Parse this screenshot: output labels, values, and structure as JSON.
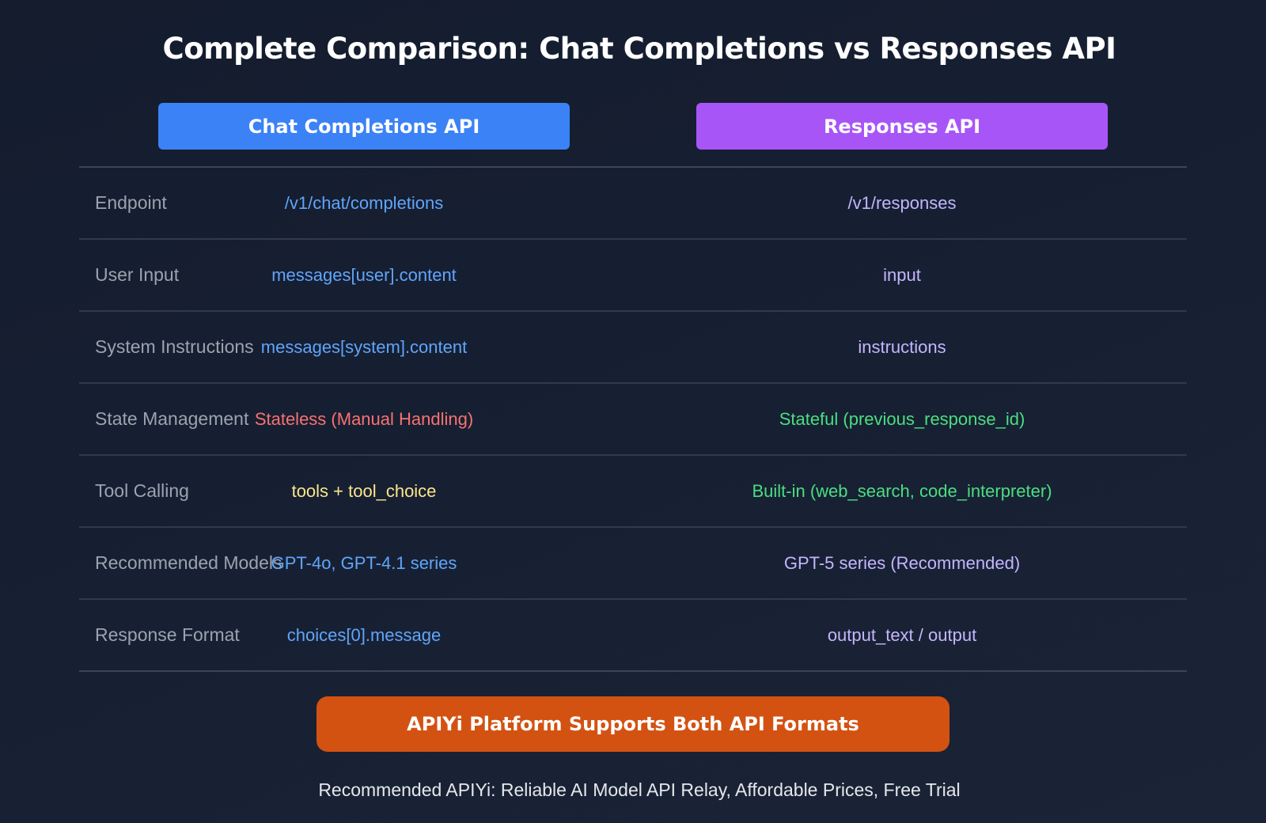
{
  "title": "Complete Comparison: Chat Completions vs Responses API",
  "columns": {
    "left": "Chat Completions API",
    "right": "Responses API"
  },
  "rows": [
    {
      "label": "Endpoint",
      "chat_completions": "/v1/chat/completions",
      "responses": "/v1/responses"
    },
    {
      "label": "User Input",
      "chat_completions": "messages[user].content",
      "responses": "input"
    },
    {
      "label": "System Instructions",
      "chat_completions": "messages[system].content",
      "responses": "instructions"
    },
    {
      "label": "State Management",
      "chat_completions": "Stateless (Manual Handling)",
      "responses": "Stateful (previous_response_id)"
    },
    {
      "label": "Tool Calling",
      "chat_completions": "tools + tool_choice",
      "responses": "Built-in (web_search, code_interpreter)"
    },
    {
      "label": "Recommended Models",
      "chat_completions": "GPT-4o, GPT-4.1 series",
      "responses": "GPT-5 series (Recommended)"
    },
    {
      "label": "Response Format",
      "chat_completions": "choices[0].message",
      "responses": "output_text / output"
    }
  ],
  "banner": "APIYi Platform Supports Both API Formats",
  "footer": "Recommended APIYi: Reliable AI Model API Relay, Affordable Prices, Free Trial",
  "colors": {
    "background": "#172033",
    "chat_completions_header": "#3b82f6",
    "responses_header": "#a855f7",
    "banner": "#d35212",
    "value_blue": "#60a5fa",
    "value_purple": "#c4b5fd",
    "value_red": "#f87171",
    "value_green": "#4ade80",
    "value_yellow": "#fde68a"
  }
}
